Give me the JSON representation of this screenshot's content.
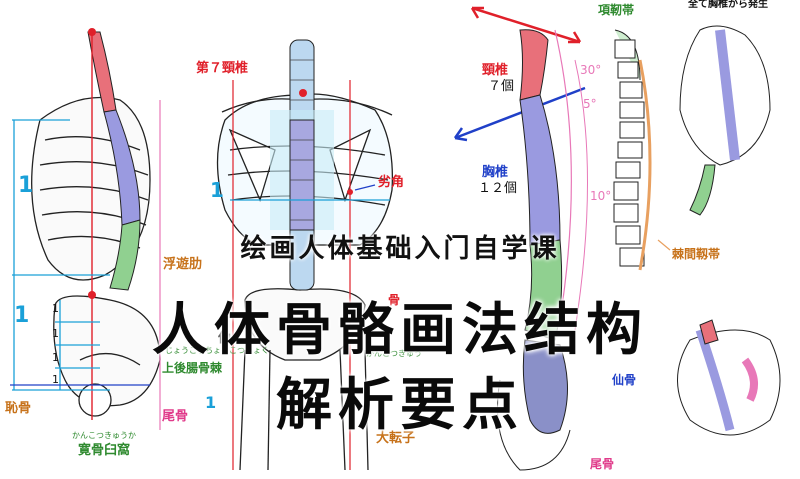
{
  "labels": {
    "c7": "第７頸椎",
    "inferior_angle": "劣角",
    "floating_rib": "浮遊肋",
    "psis": "上後腸骨棘",
    "psis_ruby": "じょうこうちょうこつきょく",
    "pubis": "恥骨",
    "coccyx_left": "尾骨",
    "acetabulum": "寛骨臼窩",
    "acetabulum_ruby": "かんこつきゅうか",
    "ilium_partial": "骨",
    "sacrum_partial": "仙",
    "greater_trochanter_partial": "大転子",
    "trochanter_ruby": "かんこつきゅう",
    "cervical": "頸椎",
    "cervical_count": "７個",
    "thoracic": "胸椎",
    "thoracic_count": "１２個",
    "nuchal_ligament": "項靭帯",
    "all_from_thoracic": "全て胸椎から発生",
    "interspinous_ligament": "棘間靱帯",
    "sacrum": "仙骨",
    "coccyx_right": "尾骨",
    "angle_30": "30°",
    "angle_5": "5°",
    "angle_10": "10°",
    "num_one": "1"
  },
  "title": {
    "line1": "绘画人体基础入门自学课",
    "line2": "人体骨骼画法结构",
    "line3": "解析要点"
  },
  "colors": {
    "cervical": "#e8707a",
    "thoracic": "#9a9ae0",
    "lumbar": "#90d090",
    "sacrum": "#8a90c8",
    "ruler": "#1aa0d8",
    "accent_red": "#e0202a"
  }
}
